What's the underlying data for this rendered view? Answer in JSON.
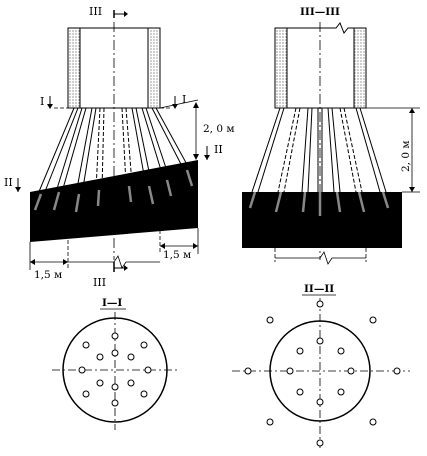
{
  "left_view": {
    "label_top": "III",
    "label_bottom": "III",
    "marker_I_left": "I",
    "marker_I_right": "I",
    "marker_II_left": "II",
    "marker_II_right": "II",
    "dim_vertical": "2, 0 м",
    "dim_bottom_left": "1,5 м",
    "dim_bottom_right": "1,5 м"
  },
  "right_view": {
    "title": "III—III",
    "dim_vertical": "2, 0 м"
  },
  "section_I": {
    "title": "I—I"
  },
  "section_II": {
    "title": "II—II"
  }
}
